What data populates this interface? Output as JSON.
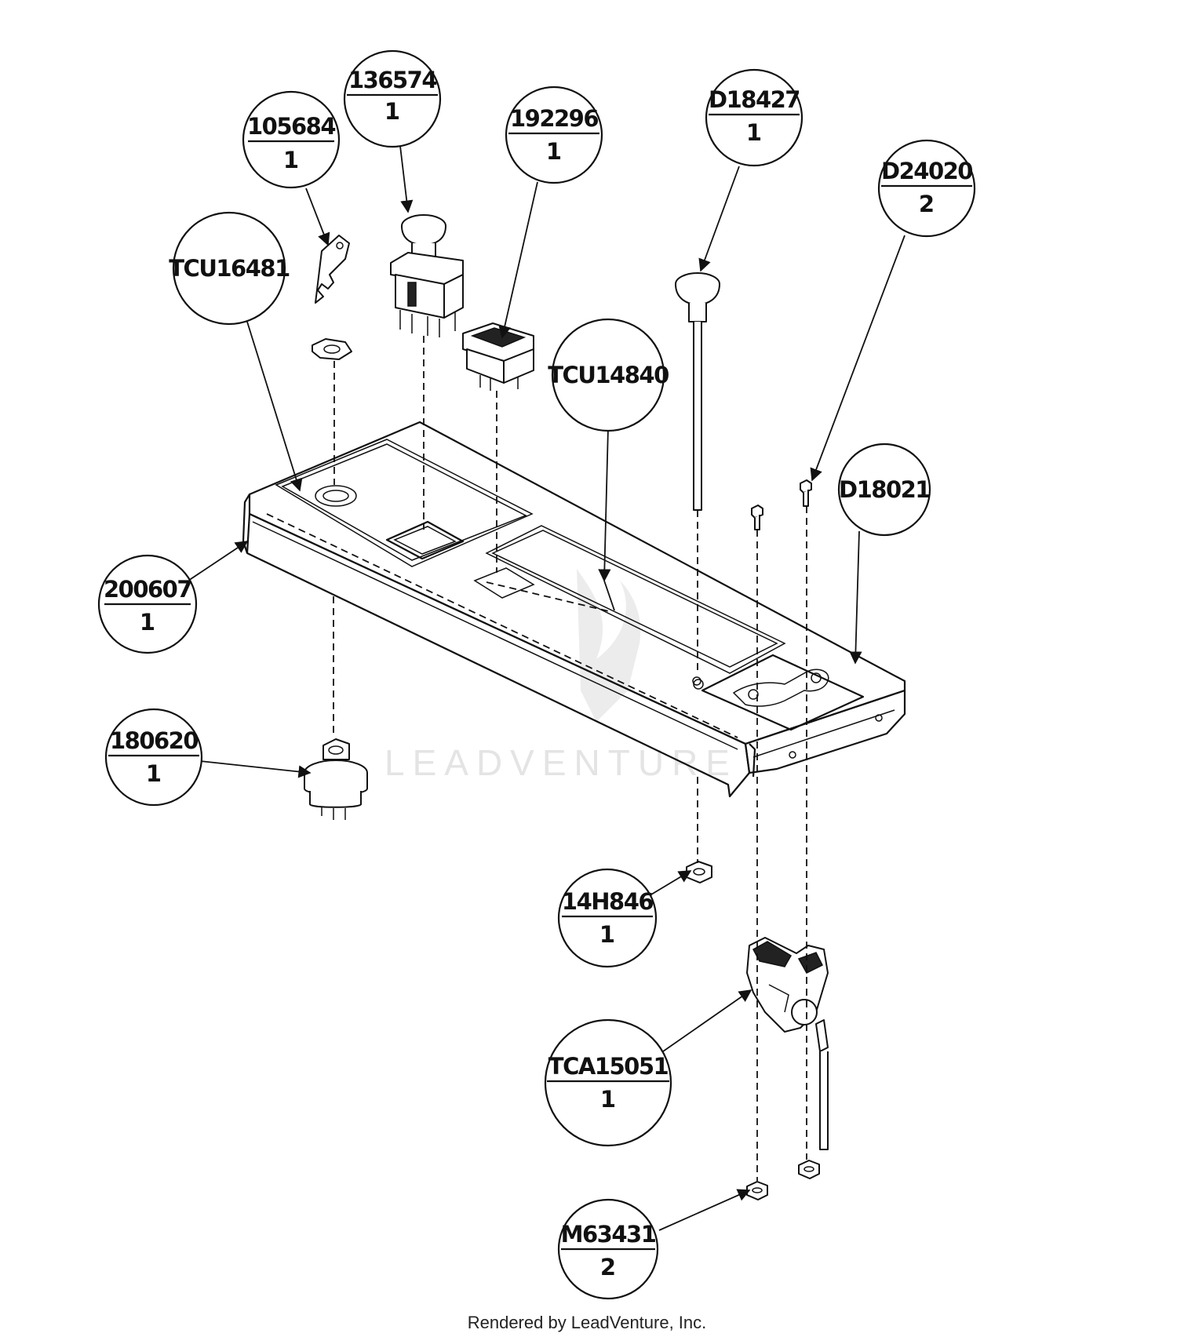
{
  "callouts": [
    {
      "id": "105684",
      "part": "105684",
      "qty": "1"
    },
    {
      "id": "136574",
      "part": "136574",
      "qty": "1"
    },
    {
      "id": "192296",
      "part": "192296",
      "qty": "1"
    },
    {
      "id": "D18427",
      "part": "D18427",
      "qty": "1"
    },
    {
      "id": "D24020",
      "part": "D24020",
      "qty": "2"
    },
    {
      "id": "TCU16481",
      "part": "TCU16481",
      "qty": ""
    },
    {
      "id": "TCU14840",
      "part": "TCU14840",
      "qty": ""
    },
    {
      "id": "D18021",
      "part": "D18021",
      "qty": ""
    },
    {
      "id": "200607",
      "part": "200607",
      "qty": "1"
    },
    {
      "id": "180620",
      "part": "180620",
      "qty": "1"
    },
    {
      "id": "14H846",
      "part": "14H846",
      "qty": "1"
    },
    {
      "id": "TCA15051",
      "part": "TCA15051",
      "qty": "1"
    },
    {
      "id": "M63431",
      "part": "M63431",
      "qty": "2"
    }
  ],
  "watermark": "LEADVENTURE",
  "credit": "Rendered by LeadVenture, Inc.",
  "colors": {
    "line": "#111111",
    "background": "#ffffff",
    "watermark": "#e4e4e4"
  }
}
